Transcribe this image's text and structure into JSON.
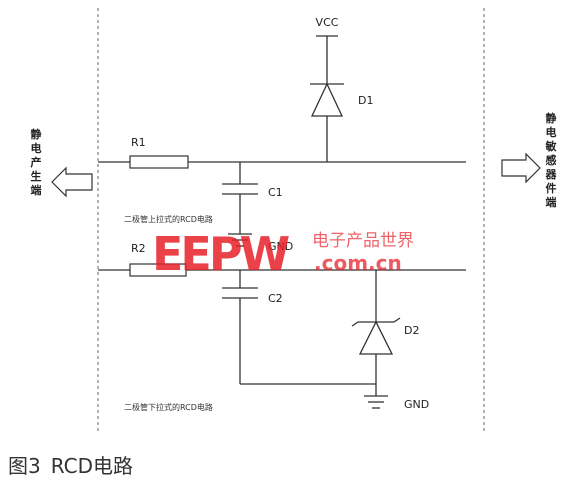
{
  "labels": {
    "vcc": "VCC",
    "d1": "D1",
    "d2": "D2",
    "r1": "R1",
    "r2": "R2",
    "c1": "C1",
    "c2": "C2",
    "gnd_mid": "GND",
    "gnd_bottom": "GND",
    "pullup_note": "二极管上拉式的RCD电路",
    "pulldown_note": "二极管下拉式的RCD电路"
  },
  "left_side_text": [
    "静",
    "电",
    "产",
    "生",
    "端"
  ],
  "right_side_text": [
    "静",
    "电",
    "敏",
    "感",
    "器",
    "件",
    "端"
  ],
  "watermark": {
    "logo": "EEPW",
    "chinese": "电子产品世界",
    "url": ".com.cn"
  },
  "caption": {
    "figure_no": "图3",
    "title": "RCD电路"
  }
}
